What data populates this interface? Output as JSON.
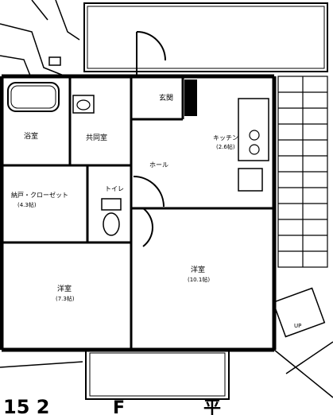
{
  "plan": {
    "rooms": {
      "bath": "浴室",
      "utility": "共同室",
      "closet": "納戸・クローゼット",
      "closet_size": "(4.3帖)",
      "toilet": "トイレ",
      "entrance": "玄関",
      "hall": "ホール",
      "kitchen": "キッチン",
      "kitchen_size": "(2.6帖)",
      "bedroom": "洋室",
      "bedroom_size": "(7.3帖)",
      "living": "洋室",
      "living_size": "(10.1帖)",
      "stair_note": "UP"
    },
    "colors": {
      "ink": "#000000",
      "paper": "#ffffff"
    },
    "footer": {
      "tokens": [
        "15 2",
        "F",
        "平"
      ]
    }
  }
}
